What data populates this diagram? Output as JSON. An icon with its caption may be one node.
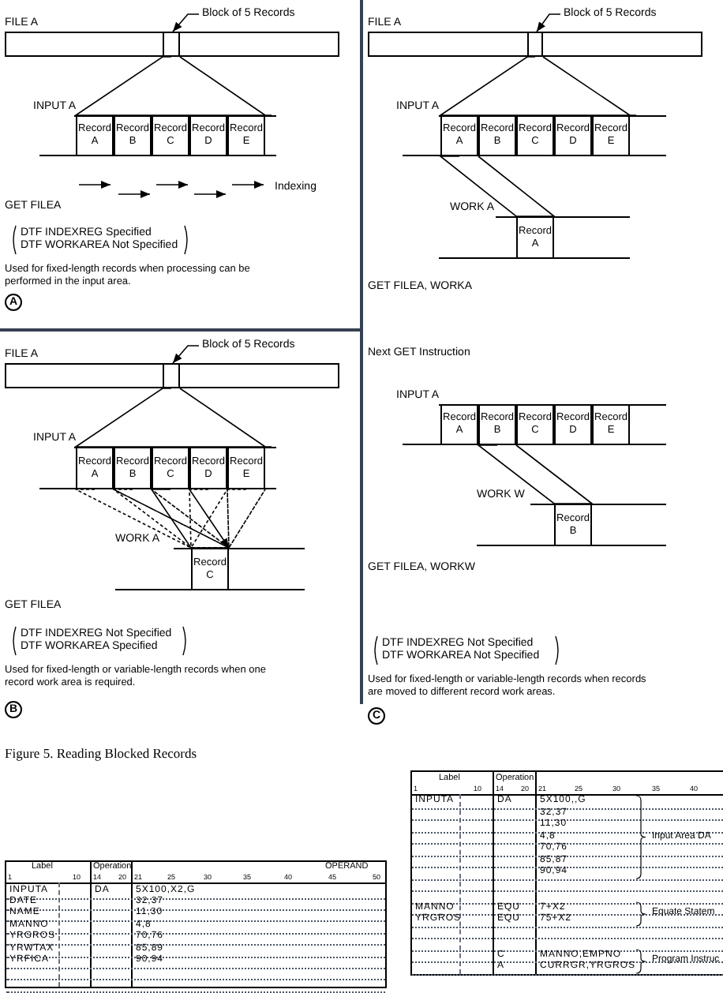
{
  "diagram": {
    "caption": "Figure 5. Reading Blocked Records",
    "nodes": [
      {
        "text": [
          "FILE A"
        ]
      },
      {
        "text": [],
        "shape": "box",
        "in": 0
      },
      {
        "text": [
          "Block of 5 Records"
        ]
      },
      {
        "text": [
          "INPUT A"
        ]
      },
      {
        "text": [
          "Record A"
        ],
        "in": 3
      },
      {
        "text": [
          "Record B"
        ],
        "in": 3
      },
      {
        "text": [
          "Record C"
        ],
        "in": 3
      },
      {
        "text": [
          "Record D"
        ],
        "in": 3
      },
      {
        "text": [
          "Record E"
        ],
        "in": 3
      },
      {
        "text": [
          "FILE A"
        ]
      },
      {
        "text": [],
        "shape": "box",
        "in": 9
      },
      {
        "text": [
          "Block of 5 Records"
        ]
      },
      {
        "text": [
          "INPUT A"
        ]
      },
      {
        "text": [
          "Record A"
        ],
        "in": 12
      },
      {
        "text": [
          "Record B"
        ],
        "in": 12
      },
      {
        "text": [
          "Record C"
        ],
        "in": 12
      },
      {
        "text": [
          "Record D"
        ],
        "in": 12
      },
      {
        "text": [
          "Record E"
        ],
        "in": 12
      },
      {
        "text": [
          "WORK A"
        ]
      },
      {
        "text": [
          "Record C"
        ],
        "in": 18
      },
      {
        "text": [
          "FILE A"
        ]
      },
      {
        "text": [],
        "shape": "box",
        "in": 20
      },
      {
        "text": [
          "Block of 5 Records"
        ]
      },
      {
        "text": [
          "INPUT A"
        ]
      },
      {
        "text": [
          "Record A"
        ],
        "in": 23
      },
      {
        "text": [
          "Record B"
        ],
        "in": 23
      },
      {
        "text": [
          "Record C"
        ],
        "in": 23
      },
      {
        "text": [
          "Record D"
        ],
        "in": 23
      },
      {
        "text": [
          "Record E"
        ],
        "in": 23
      },
      {
        "text": [
          "WORK A"
        ]
      },
      {
        "text": [
          "Record A"
        ],
        "in": 29
      },
      {
        "text": [
          "INPUT A"
        ]
      },
      {
        "text": [
          "Record A"
        ],
        "in": 31
      },
      {
        "text": [
          "Record B"
        ],
        "in": 31
      },
      {
        "text": [
          "Record C"
        ],
        "in": 31
      },
      {
        "text": [
          "Record D"
        ],
        "in": 31
      },
      {
        "text": [
          "Record E"
        ],
        "in": 31
      },
      {
        "text": [
          "WORK W"
        ]
      },
      {
        "text": [
          "Record B"
        ],
        "in": 37
      }
    ],
    "edges": [
      {
        "from": 2,
        "to": 1,
        "arrow": "to"
      },
      {
        "from": 1,
        "to": 3,
        "arrow": "none"
      },
      {
        "from": 11,
        "to": 10,
        "arrow": "to"
      },
      {
        "from": 10,
        "to": 12,
        "arrow": "none"
      },
      {
        "from": 13,
        "to": 19,
        "arrow": "none",
        "style": "dashed"
      },
      {
        "from": 14,
        "to": 19,
        "arrow": "none",
        "style": "dashed"
      },
      {
        "from": 15,
        "to": 19,
        "arrow": "to"
      },
      {
        "from": 16,
        "to": 19,
        "arrow": "none",
        "style": "dashed"
      },
      {
        "from": 17,
        "to": 19,
        "arrow": "none",
        "style": "dashed"
      },
      {
        "from": 22,
        "to": 21,
        "arrow": "to"
      },
      {
        "from": 21,
        "to": 23,
        "arrow": "none"
      },
      {
        "from": 24,
        "to": 30,
        "arrow": "none"
      },
      {
        "from": 33,
        "to": 38,
        "arrow": "none"
      }
    ],
    "labels": [
      "Indexing",
      "GET FILEA",
      "DTF INDEXREG Specified",
      "DTF WORKAREA Not Specified",
      "Used for fixed-length records when processing can be performed in the input area.",
      "A",
      "GET FILEA",
      "DTF INDEXREG Not Specified",
      "DTF WORKAREA Specified",
      "Used for fixed-length or variable-length records when one record work area is required.",
      "B",
      "GET FILEA, WORKA",
      "Next GET Instruction",
      "GET FILEA, WORKW",
      "DTF INDEXREG Not Specified",
      "DTF WORKAREA Not Specified",
      "Used for fixed-length or variable-length records when records are moved to different record work areas.",
      "C",
      "Label",
      "Operation",
      "OPERAND",
      "1",
      "10",
      "14",
      "20",
      "21",
      "25",
      "30",
      "35",
      "40",
      "45",
      "50",
      "INPUTA",
      "DA",
      "5X100,X2,G",
      "DATE",
      "32,37",
      "NAME",
      "11,30",
      "MANNO",
      "4,8",
      "YRGROS",
      "70,76",
      "YRWTAX",
      "85,89",
      "YRFICA",
      "90,94",
      "Label",
      "Operation",
      "1",
      "10",
      "14",
      "20",
      "21",
      "25",
      "30",
      "35",
      "40",
      "INPUTA",
      "DA",
      "5X100,,G",
      "32,37",
      "11,30",
      "4,8",
      "70,76",
      "85,87",
      "90,94",
      "MANNO",
      "EQU",
      "7+X2",
      "YRGROS",
      "EQU",
      "75+X2",
      "C",
      "MANNO,EMPNO",
      "A",
      "CURRGR,YRGROS",
      "Input Area DA",
      "Equate Statem",
      "Program Instruc"
    ]
  }
}
